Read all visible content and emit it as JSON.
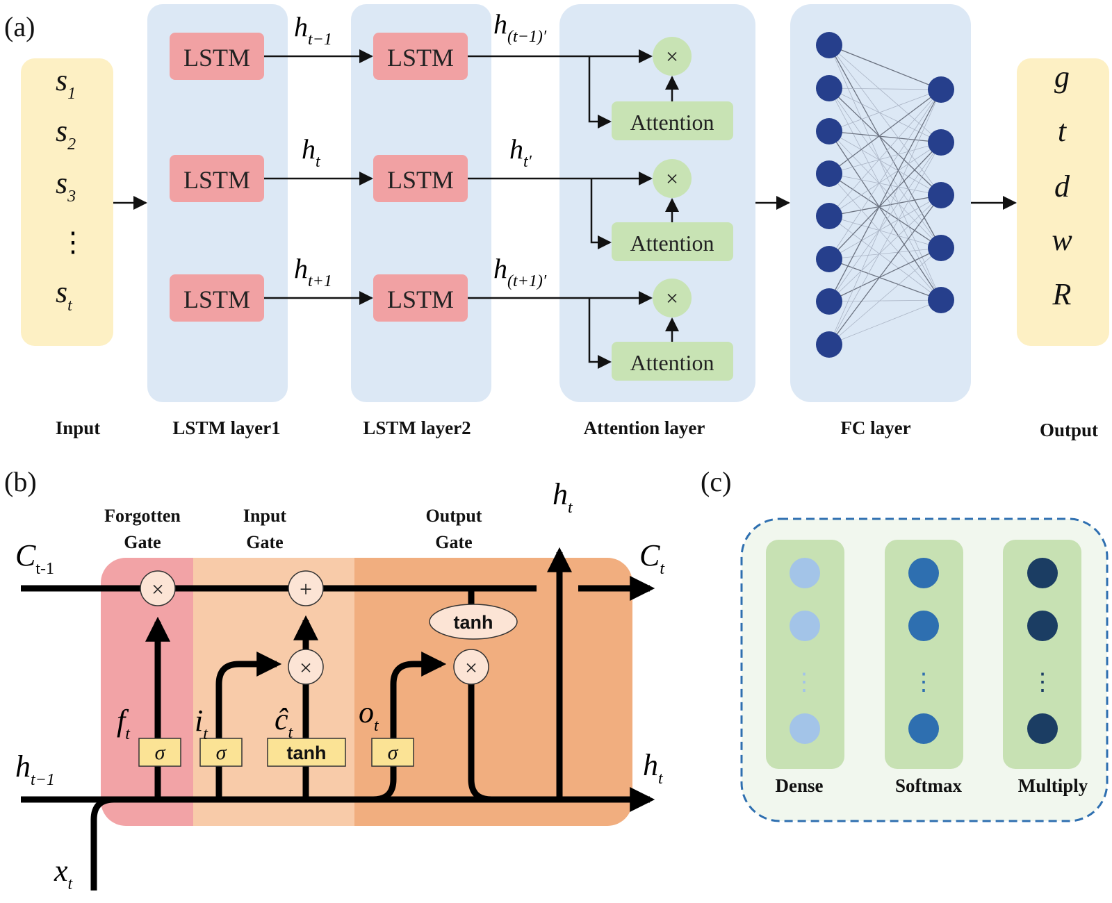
{
  "panel_a": {
    "label": "(a)",
    "input_seq": [
      "s",
      "s",
      "s",
      "⋮",
      "s"
    ],
    "input_subs": [
      "1",
      "2",
      "3",
      "",
      "t"
    ],
    "lstm_label": "LSTM",
    "attention_label": "Attention",
    "multiply_symbol": "×",
    "layer1_outputs": [
      {
        "base": "h",
        "sub": "t−1"
      },
      {
        "base": "h",
        "sub": "t"
      },
      {
        "base": "h",
        "sub": "t+1"
      }
    ],
    "layer2_outputs": [
      {
        "base": "h",
        "sub": "(t−1)′"
      },
      {
        "base": "h",
        "sub": "t′"
      },
      {
        "base": "h",
        "sub": "(t+1)′"
      }
    ],
    "outputs": [
      "g",
      "t",
      "d",
      "w",
      "R"
    ],
    "captions": {
      "input": "Input",
      "lstm1": "LSTM layer1",
      "lstm2": "LSTM layer2",
      "attention": "Attention layer",
      "fc": "FC layer",
      "output": "Output"
    }
  },
  "panel_b": {
    "label": "(b)",
    "gates": {
      "forgotten_line1": "Forgotten",
      "forgotten_line2": "Gate",
      "input_line1": "Input",
      "input_line2": "Gate",
      "output_line1": "Output",
      "output_line2": "Gate"
    },
    "c_prev": {
      "base": "C",
      "sub": "t-1"
    },
    "c_next": {
      "base": "C",
      "sub": "t"
    },
    "h_prev": {
      "base": "h",
      "sub": "t−1"
    },
    "h_top": {
      "base": "h",
      "sub": "t"
    },
    "h_out": {
      "base": "h",
      "sub": "t"
    },
    "x_in": {
      "base": "x",
      "sub": "t"
    },
    "f_label": {
      "base": "f",
      "sub": "t"
    },
    "i_label": {
      "base": "i",
      "sub": "t"
    },
    "c_hat_label": {
      "base": "ĉ",
      "sub": "t"
    },
    "o_label": {
      "base": "o",
      "sub": "t"
    },
    "sigma": "σ",
    "tanh": "tanh",
    "plus": "+",
    "times": "×"
  },
  "panel_c": {
    "label": "(c)",
    "columns": [
      "Dense",
      "Softmax",
      "Multiply"
    ],
    "dots": "⋮",
    "colors": {
      "dense": "#a3c4e8",
      "softmax": "#2e6fb0",
      "multiply": "#1b3d63"
    }
  },
  "colors": {
    "input_bg": "#fdf0c4",
    "layer_bg": "#dce8f5",
    "lstm_box": "#f1a1a3",
    "attention_box": "#c8e3b4",
    "fc_node": "#263f8c",
    "forget_region": "#f2a3a6",
    "input_region": "#f8cba9",
    "output_region": "#f1ae7f",
    "sigma_box": "#fbe395",
    "op_circle": "#fce4d5",
    "panel_c_bg": "#f1f7ee",
    "panel_c_border": "#2e6fb0",
    "panel_c_col": "#c7e1b3"
  }
}
